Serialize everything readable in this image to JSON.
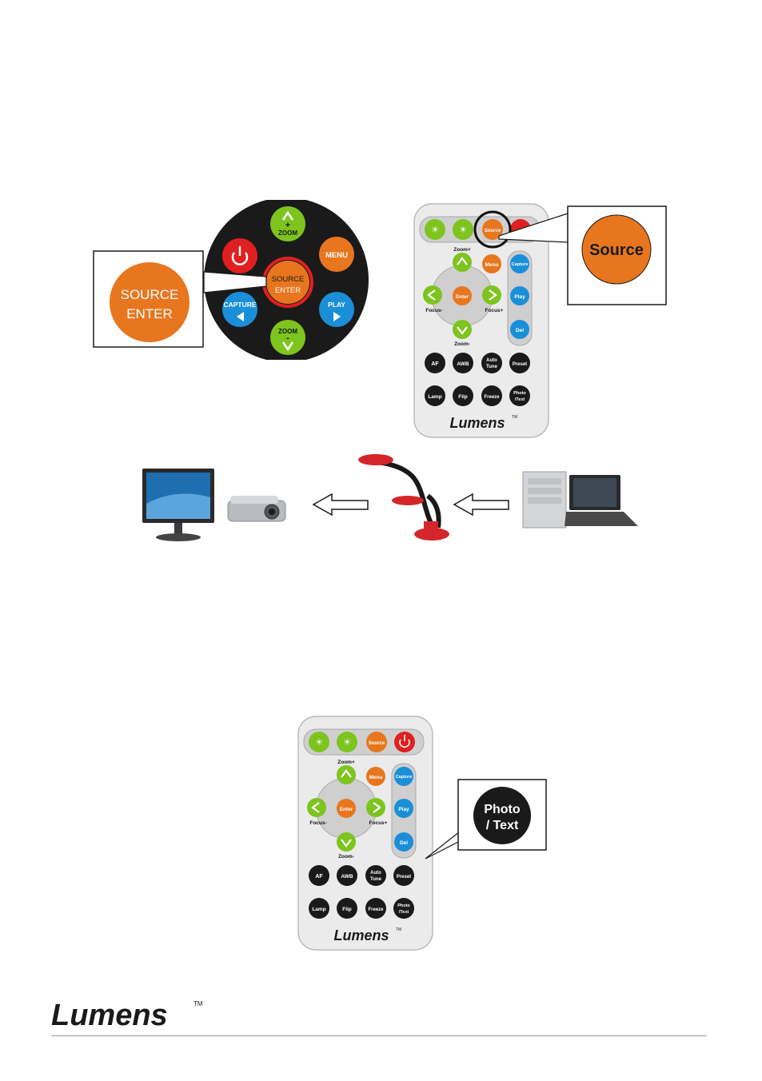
{
  "control_panel": {
    "buttons": {
      "zoom_plus": "ZOOM",
      "zoom_plus_sign": "+",
      "power": "",
      "menu": "MENU",
      "source_enter_line1": "SOURCE",
      "source_enter_line2": "ENTER",
      "capture": "CAPTURE",
      "play": "PLAY",
      "zoom_minus": "ZOOM",
      "zoom_minus_sign": "-"
    },
    "callout_line1": "SOURCE",
    "callout_line2": "ENTER"
  },
  "remote": {
    "labels": {
      "source": "Source",
      "zoom_plus": "Zoom+",
      "zoom_minus": "Zoom-",
      "menu": "Menu",
      "enter": "Enter",
      "focus_minus": "Focus-",
      "focus_plus": "Focus+",
      "capture": "Capture",
      "play": "Play",
      "del": "Del",
      "af": "AF",
      "awb": "AWB",
      "auto_tune_1": "Auto",
      "auto_tune_2": "Tune",
      "preset": "Preset",
      "lamp": "Lamp",
      "flip": "Flip",
      "freeze": "Freeze",
      "photo_text_1": "Photo",
      "photo_text_2": "/Text",
      "brand": "Lumens",
      "tm": "TM"
    },
    "callout_source": "Source",
    "callout_photo_1": "Photo",
    "callout_photo_2": "/ Text"
  },
  "footer": {
    "brand": "Lumens",
    "tm": "TM"
  },
  "colors": {
    "orange": "#e8761e",
    "green": "#7dc41f",
    "blue": "#1a8fd8",
    "red": "#e02020",
    "dark": "#1a1a1a"
  }
}
